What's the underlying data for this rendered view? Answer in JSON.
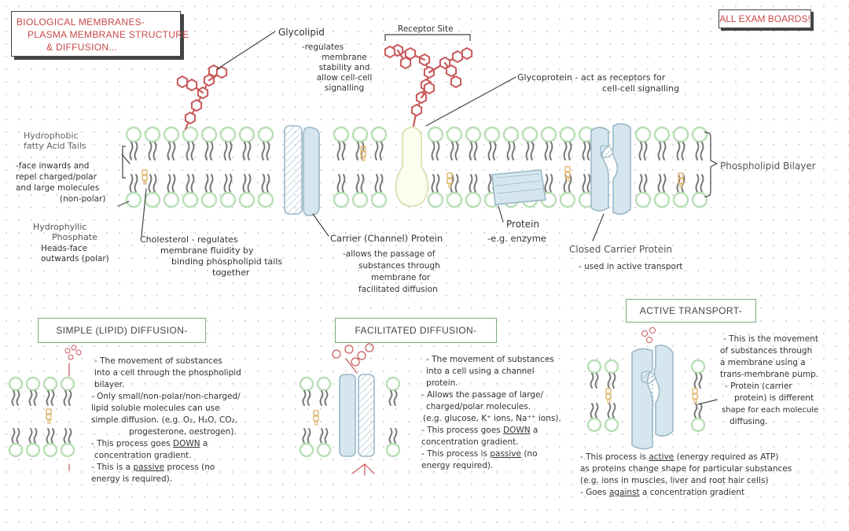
{
  "title": {
    "line1": "BIOLOGICAL MEMBRANES-",
    "line2": "PLASMA MEMBRANE STRUCTURE",
    "line3": "& DIFFUSION..."
  },
  "exam_boards": "ALL EXAM BOARDS!",
  "labels": {
    "glycolipid": "Glycolipid",
    "glycolipid_desc": [
      "-regulates",
      "membrane",
      "stability and",
      "allow cell-cell",
      "signalling"
    ],
    "receptor_site": "Receptor Site",
    "glycoprotein": "Glycoprotein - act as receptors for",
    "glycoprotein_desc2": "cell-cell signalling",
    "hydrophobic": [
      "Hydrophobic",
      "fatty Acid Tails"
    ],
    "hydrophobic_desc": [
      "-face inwards and",
      "repel charged/polar",
      "and large molecules",
      "(non-polar)"
    ],
    "hydrophilic": [
      "Hydrophyllic",
      "Phosphate"
    ],
    "hydrophilic_desc": [
      "Heads-face",
      "outwards (polar)"
    ],
    "cholesterol": [
      "Cholesterol - regulates",
      "membrane fluidity by",
      "binding phospholipid tails",
      "together"
    ],
    "carrier_channel": "Carrier (Channel) Protein",
    "carrier_channel_desc": [
      "-allows the passage of",
      "substances through",
      "membrane for",
      "facilitated diffusion"
    ],
    "protein": "Protein",
    "protein_desc": "-e.g. enzyme",
    "closed_carrier": "Closed Carrier Protein",
    "closed_carrier_desc": "- used in active transport",
    "phospholipid_bilayer": "Phospholipid Bilayer"
  },
  "sections": {
    "simple": {
      "heading": "SIMPLE (LIPID) DIFFUSION-",
      "lines": [
        "- The movement of substances",
        "into a cell through the phospholipid",
        "bilayer.",
        "- Only small/non-polar/non-charged/",
        "lipid soluble molecules can use",
        "simple diffusion. (e.g. O₂, H₂O, CO₂,",
        "progesterone, oestrogen).",
        "- This process goes",
        "DOWN",
        "a",
        "concentration gradient.",
        "- This is a",
        "passive",
        "process (no",
        "energy is required)."
      ]
    },
    "facilitated": {
      "heading": "FACILITATED DIFFUSION-",
      "lines": [
        "- The movement of substances",
        "into a cell using a channel",
        "protein.",
        "- Allows the passage of large/",
        "charged/polar molecules.",
        "(e.g. glucose, K⁺ ions, Na⁺⁺ ions).",
        "- This process goes",
        "DOWN",
        "a",
        "concentration gradient.",
        "- This process is",
        "passive",
        "(no",
        "energy required)."
      ]
    },
    "active": {
      "heading": "ACTIVE TRANSPORT-",
      "lines": [
        "- This is the movement",
        "of substances through",
        "a membrane using a",
        "trans-membrane pump.",
        "- Protein (carrier",
        "protein) is different",
        "shape for each molecule",
        "diffusing.",
        "- This process is",
        "active",
        "(energy required as ATP)",
        "as proteins change shape for particular substances",
        "(e.g. ions in muscles, liver and root hair cells)",
        "- Goes",
        "against",
        "a concentration gradient"
      ]
    }
  },
  "colors": {
    "head_green": "#b9deb5",
    "tail_gray": "#777777",
    "glyco_red": "#c9585a",
    "channel_blue": "#9bb8c8",
    "channel_fill": "#d6e6ef",
    "glycoprotein_yellow": "#dfe2b8",
    "cholesterol_orange": "#e0b870",
    "title_red": "#c9494a",
    "box_green": "#7fa87f"
  }
}
